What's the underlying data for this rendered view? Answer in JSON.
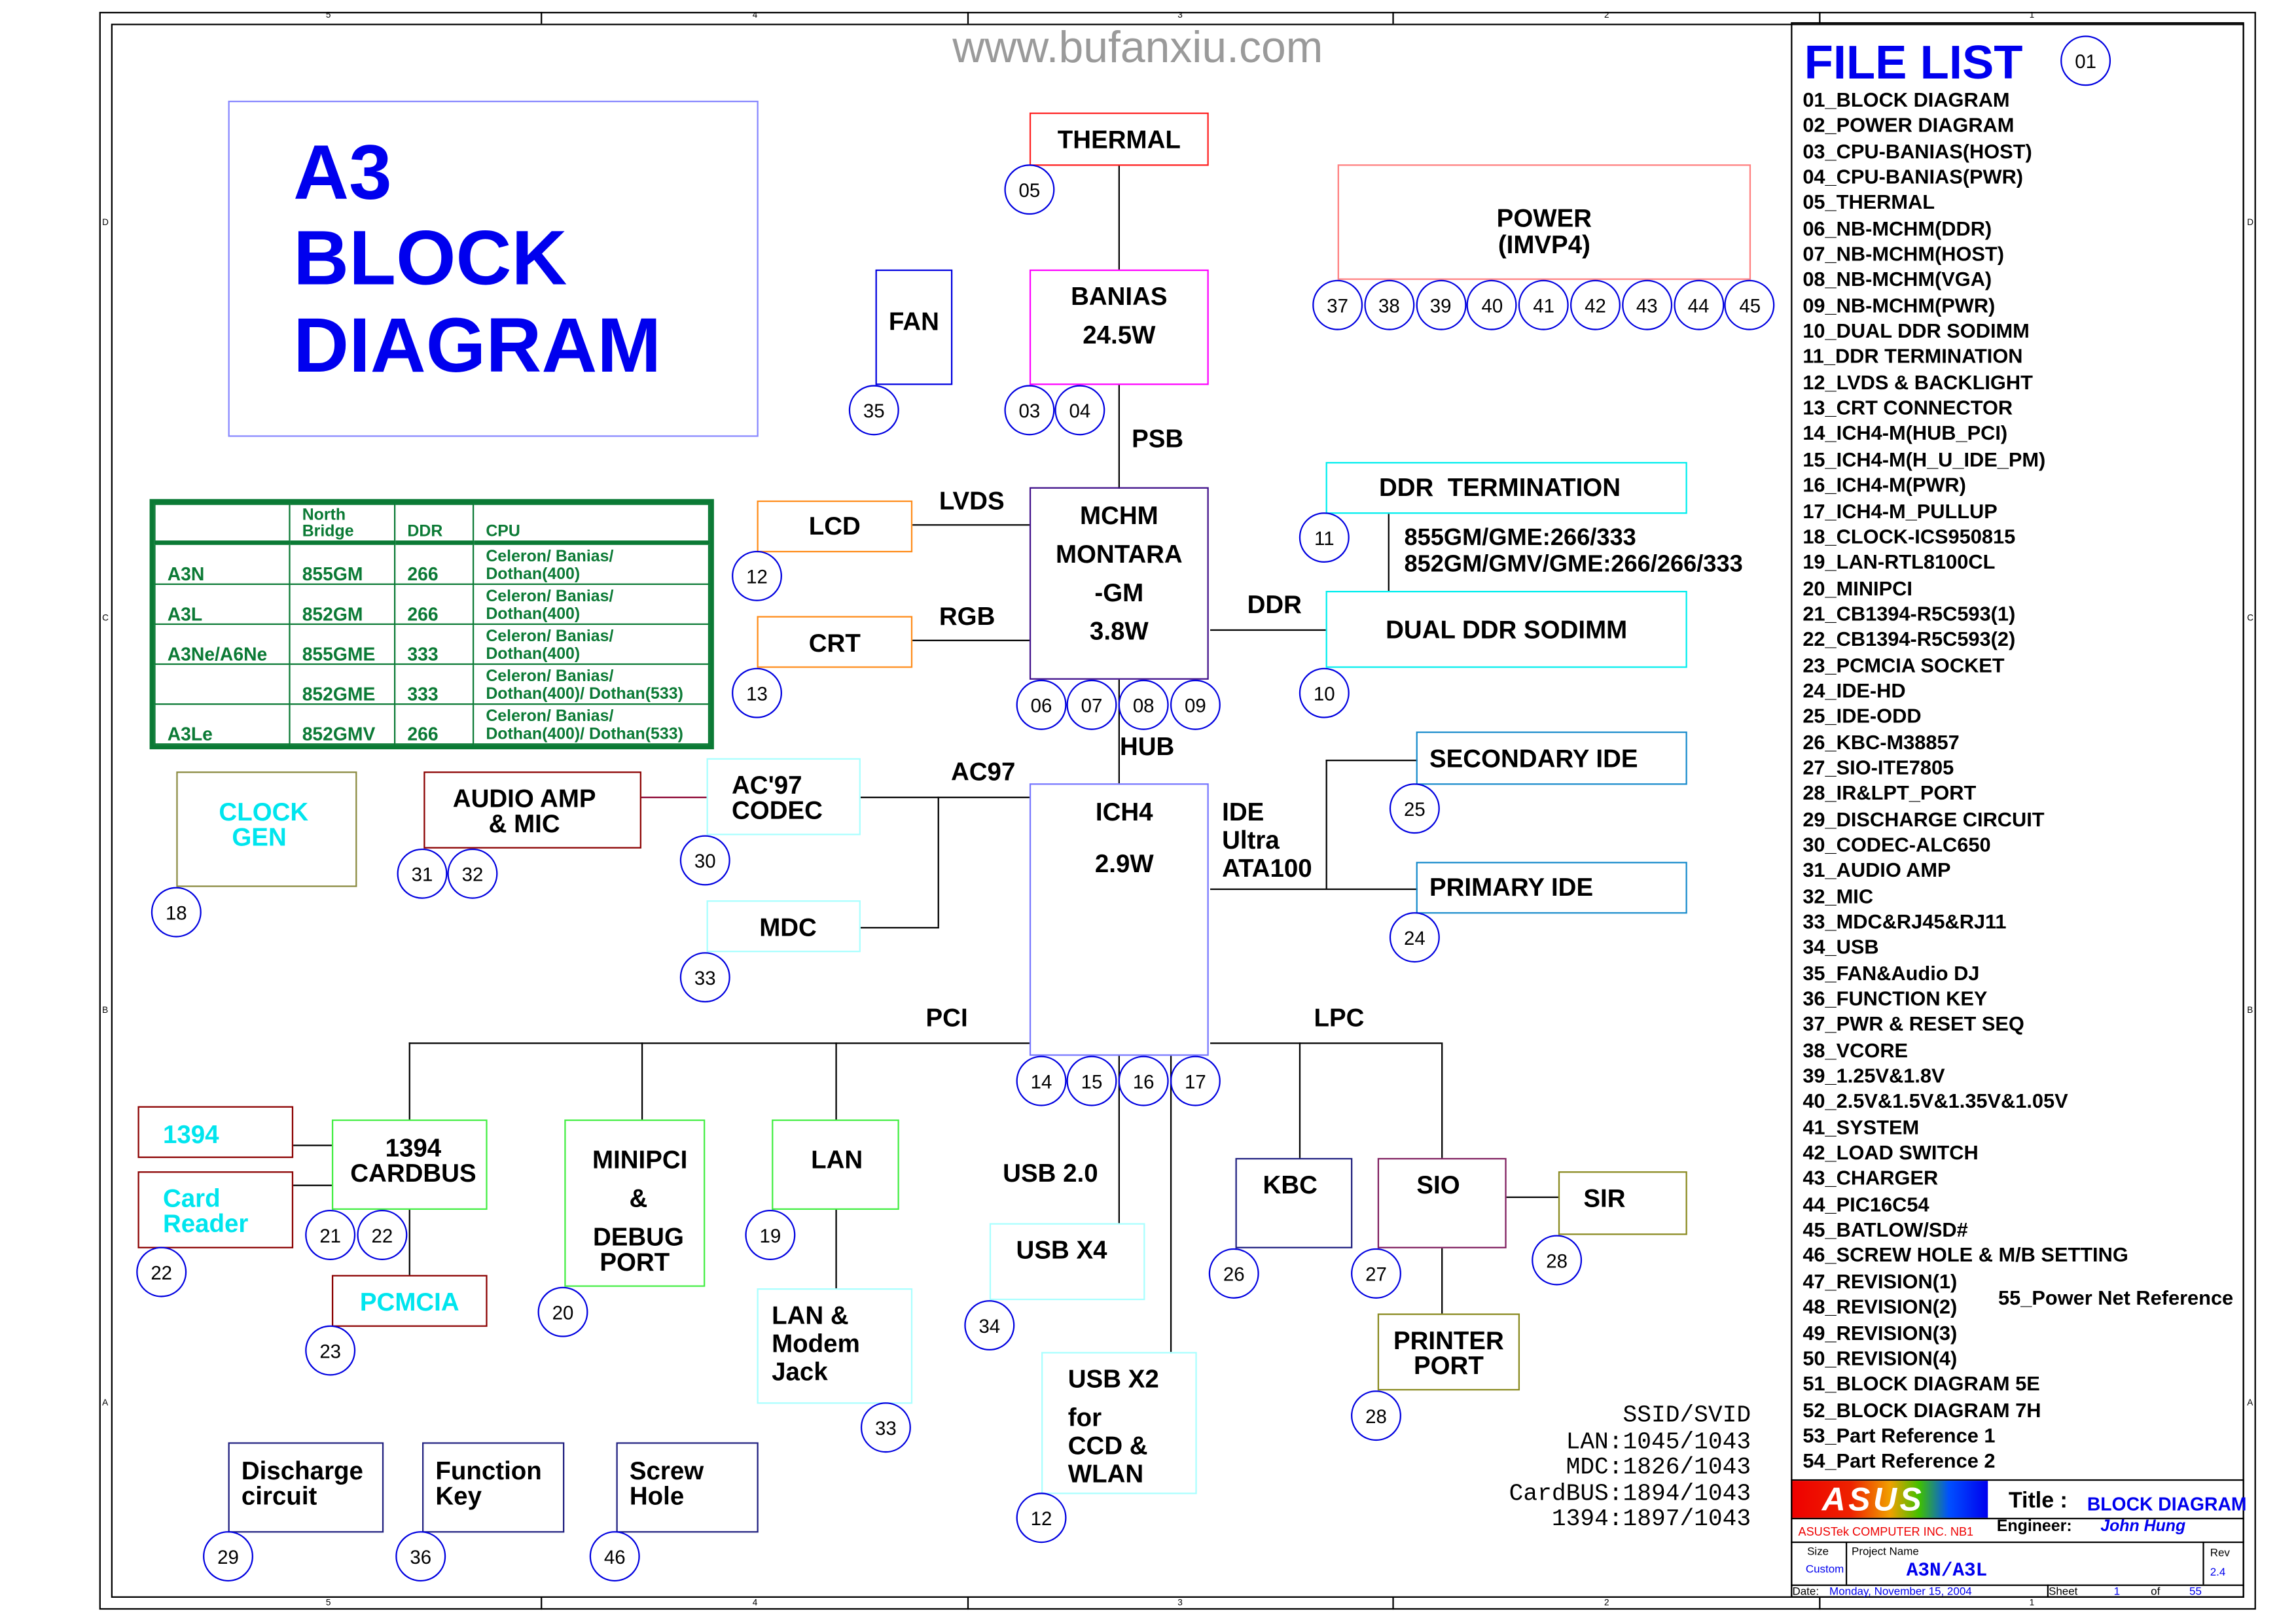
{
  "watermark": "www.bufanxiu.com",
  "border": {
    "columns_top": [
      "5",
      "4",
      "3",
      "2",
      "1"
    ],
    "columns_bottom": [
      "5",
      "4",
      "3",
      "2",
      "1"
    ],
    "rows_left": [
      "D",
      "C",
      "B",
      "A"
    ],
    "rows_right": [
      "D",
      "C",
      "B",
      "A"
    ]
  },
  "title_block": {
    "line1": "A3",
    "line2": "BLOCK",
    "line3": "DIAGRAM"
  },
  "northbridge_table": {
    "headers": [
      "",
      "North Bridge",
      "DDR",
      "CPU"
    ],
    "rows": [
      {
        "model": "A3N",
        "north_bridge": "855GM",
        "ddr": "266",
        "cpu_line1": "Celeron/ Banias/",
        "cpu_line2": "Dothan(400)"
      },
      {
        "model": "A3L",
        "north_bridge": "852GM",
        "ddr": "266",
        "cpu_line1": "Celeron/ Banias/",
        "cpu_line2": "Dothan(400)"
      },
      {
        "model": "A3Ne/A6Ne",
        "north_bridge": "855GME",
        "ddr": "333",
        "cpu_line1": "Celeron/ Banias/",
        "cpu_line2": "Dothan(400)"
      },
      {
        "model": "",
        "north_bridge": "852GME",
        "ddr": "333",
        "cpu_line1": "Celeron/ Banias/",
        "cpu_line2": "Dothan(400)/ Dothan(533)"
      },
      {
        "model": "A3Le",
        "north_bridge": "852GMV",
        "ddr": "266",
        "cpu_line1": "Celeron/ Banias/",
        "cpu_line2": "Dothan(400)/ Dothan(533)"
      }
    ]
  },
  "blocks": {
    "thermal": {
      "label": "THERMAL",
      "pages": [
        "05"
      ]
    },
    "fan": {
      "label": "FAN",
      "pages": [
        "35"
      ]
    },
    "banias": {
      "line1": "BANIAS",
      "line2": "24.5W",
      "pages": [
        "03",
        "04"
      ]
    },
    "power": {
      "line1": "POWER",
      "line2": "(IMVP4)",
      "pages": [
        "37",
        "38",
        "39",
        "40",
        "41",
        "42",
        "43",
        "44",
        "45"
      ]
    },
    "mchm": {
      "line1": "MCHM",
      "line2": "MONTARA",
      "line3": "-GM",
      "line4": "3.8W",
      "pages": [
        "06",
        "07",
        "08",
        "09"
      ]
    },
    "lcd": {
      "label": "LCD",
      "pages": [
        "12"
      ]
    },
    "crt": {
      "label": "CRT",
      "pages": [
        "13"
      ]
    },
    "ddr_termination": {
      "label": "DDR  TERMINATION",
      "pages": [
        "11"
      ]
    },
    "ddr_note": {
      "line1": "855GM/GME:266/333",
      "line2": "852GM/GMV/GME:266/266/333"
    },
    "dual_ddr": {
      "label": "DUAL DDR SODIMM",
      "pages": [
        "10"
      ]
    },
    "clock_gen": {
      "line1": "CLOCK",
      "line2": "GEN",
      "pages": [
        "18"
      ]
    },
    "audio_amp": {
      "line1": "AUDIO AMP",
      "line2": "& MIC",
      "pages": [
        "31",
        "32"
      ]
    },
    "ac97": {
      "line1": "AC'97",
      "line2": "CODEC",
      "pages": [
        "30"
      ]
    },
    "mdc": {
      "label": "MDC",
      "pages": [
        "33"
      ]
    },
    "ich4": {
      "line1": "ICH4",
      "line2": "2.9W",
      "pages": [
        "14",
        "15",
        "16",
        "17"
      ]
    },
    "secondary_ide": {
      "label": "SECONDARY IDE",
      "pages": [
        "25"
      ]
    },
    "primary_ide": {
      "label": "PRIMARY IDE",
      "pages": [
        "24"
      ]
    },
    "b1394": {
      "label": "1394"
    },
    "card_reader": {
      "line1": "Card",
      "line2": "Reader",
      "pages": [
        "22"
      ]
    },
    "cardbus": {
      "line1": "1394",
      "line2": "CARDBUS",
      "pages": [
        "21",
        "22"
      ]
    },
    "pcmcia": {
      "label": "PCMCIA",
      "pages": [
        "23"
      ]
    },
    "minipci": {
      "line1": "MINIPCI",
      "line2": "&",
      "line3": "DEBUG",
      "line4": "PORT",
      "pages": [
        "20"
      ]
    },
    "lan": {
      "label": "LAN",
      "pages": [
        "19"
      ]
    },
    "lan_modem": {
      "line1": "LAN &",
      "line2": "Modem",
      "line3": "Jack",
      "pages": [
        "33"
      ]
    },
    "usb_x4": {
      "label": "USB X4",
      "pages": [
        "34"
      ]
    },
    "usb_x2": {
      "line1": "USB X2",
      "line2": "for",
      "line3": "CCD &",
      "line4": "WLAN",
      "pages": [
        "12"
      ]
    },
    "kbc": {
      "label": "KBC",
      "pages": [
        "26"
      ]
    },
    "sio": {
      "label": "SIO",
      "pages": [
        "27"
      ]
    },
    "sir": {
      "label": "SIR",
      "pages": [
        "28"
      ]
    },
    "printer": {
      "line1": "PRINTER",
      "line2": "PORT",
      "pages": [
        "28"
      ]
    },
    "discharge": {
      "line1": "Discharge",
      "line2": "circuit",
      "pages": [
        "29"
      ]
    },
    "function_key": {
      "line1": "Function",
      "line2": "Key",
      "pages": [
        "36"
      ]
    },
    "screw_hole": {
      "line1": "Screw",
      "line2": "Hole",
      "pages": [
        "46"
      ]
    }
  },
  "bus_labels": {
    "psb": "PSB",
    "lvds": "LVDS",
    "rgb": "RGB",
    "ddr": "DDR",
    "hub": "HUB",
    "ac97": "AC97",
    "ide1": "IDE",
    "ide2": "Ultra",
    "ide3": "ATA100",
    "pci": "PCI",
    "lpc": "LPC",
    "usb20": "USB 2.0"
  },
  "ssid": {
    "title": "SSID/SVID",
    "lines": [
      "LAN:1045/1043",
      "MDC:1826/1043",
      "CardBUS:1894/1043",
      "1394:1897/1043"
    ]
  },
  "file_list": {
    "title": "FILE LIST",
    "page": "01",
    "items": [
      "01_BLOCK DIAGRAM",
      "02_POWER DIAGRAM",
      "03_CPU-BANIAS(HOST)",
      "04_CPU-BANIAS(PWR)",
      "05_THERMAL",
      "06_NB-MCHM(DDR)",
      "07_NB-MCHM(HOST)",
      "08_NB-MCHM(VGA)",
      "09_NB-MCHM(PWR)",
      "10_DUAL DDR SODIMM",
      "11_DDR TERMINATION",
      "12_LVDS & BACKLIGHT",
      "13_CRT CONNECTOR",
      "14_ICH4-M(HUB_PCI)",
      "15_ICH4-M(H_U_IDE_PM)",
      "16_ICH4-M(PWR)",
      "17_ICH4-M_PULLUP",
      "18_CLOCK-ICS950815",
      "19_LAN-RTL8100CL",
      "20_MINIPCI",
      "21_CB1394-R5C593(1)",
      "22_CB1394-R5C593(2)",
      "23_PCMCIA SOCKET",
      "24_IDE-HD",
      "25_IDE-ODD",
      "26_KBC-M38857",
      "27_SIO-ITE7805",
      "28_IR&LPT_PORT",
      "29_DISCHARGE CIRCUIT",
      "30_CODEC-ALC650",
      "31_AUDIO AMP",
      "32_MIC",
      "33_MDC&RJ45&RJ11",
      "34_USB",
      "35_FAN&Audio DJ",
      "36_FUNCTION KEY",
      "37_PWR & RESET SEQ",
      "38_VCORE",
      "39_1.25V&1.8V",
      "40_2.5V&1.5V&1.35V&1.05V",
      "41_SYSTEM",
      "42_LOAD SWITCH",
      "43_CHARGER",
      "44_PIC16C54",
      "45_BATLOW/SD#",
      "46_SCREW HOLE & M/B SETTING",
      "47_REVISION(1)",
      "48_REVISION(2)",
      "49_REVISION(3)",
      "50_REVISION(4)",
      "51_BLOCK DIAGRAM 5E",
      "52_BLOCK DIAGRAM 7H",
      "53_Part Reference 1",
      "54_Part Reference 2"
    ],
    "extra_item": "55_Power Net Reference"
  },
  "titleblock": {
    "logo": "ASUS",
    "title_label": "Title :",
    "title_value": "BLOCK DIAGRAM",
    "company": "ASUSTek COMPUTER INC. NB1",
    "engineer_label": "Engineer:",
    "engineer_value": "John Hung",
    "size_label": "Size",
    "size_value": "Custom",
    "project_label": "Project Name",
    "project_value": "A3N/A3L",
    "rev_label": "Rev",
    "rev_value": "2.4",
    "date_label": "Date:",
    "date_value": "Monday, November 15, 2004",
    "sheet_label": "Sheet",
    "sheet_value": "1",
    "of_label": "of",
    "sheet_total": "55"
  },
  "colors": {
    "title_blue": "#0000ee",
    "table_green": "#0b7a35",
    "circle_blue": "#0000e0",
    "cyan_text": "#00e5ee"
  }
}
